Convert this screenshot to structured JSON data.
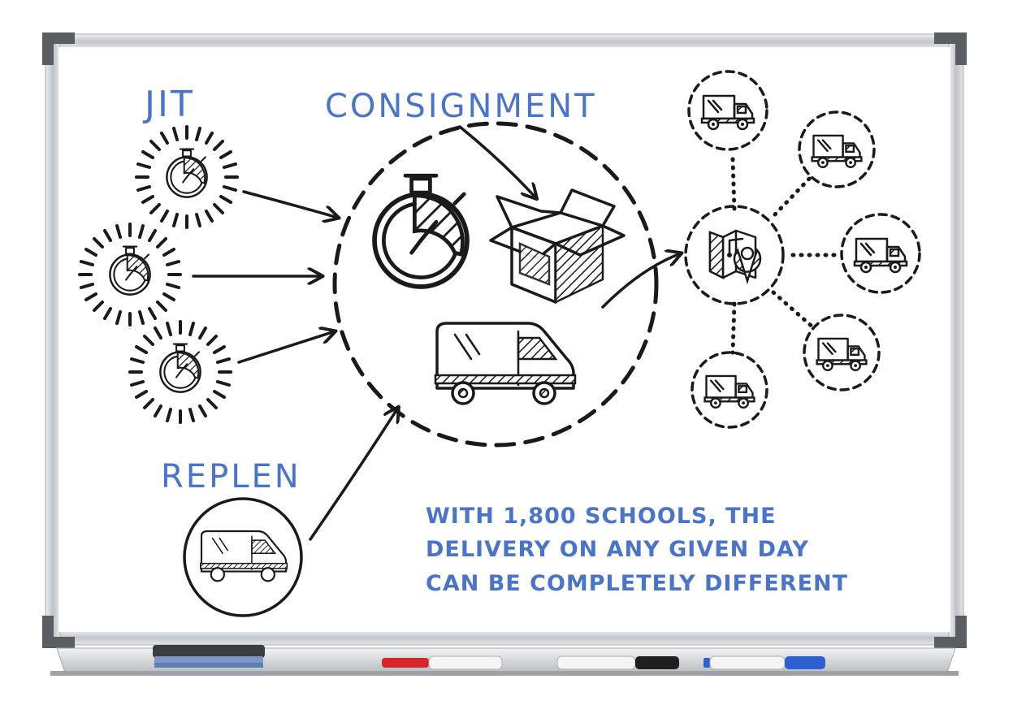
{
  "labels": {
    "jit": "JIT",
    "consignment": "CONSIGNMENT",
    "replen": "REPLEN"
  },
  "note": {
    "line1": "WITH 1,800 SCHOOLS, THE",
    "line2": "DELIVERY ON ANY GIVEN DAY",
    "line3": "CAN BE COMPLETELY DIFFERENT"
  },
  "colors": {
    "marker_blue": "#4a74c9",
    "ink": "#1a1a1a",
    "frame": "#c9ccd0",
    "marker_red": "#d6262b",
    "marker_black": "#1f1f1f",
    "marker_blue_cap": "#2d5fd1"
  },
  "icons": {
    "stopwatch": "stopwatch-icon",
    "box": "open-box-icon",
    "van": "delivery-van-icon",
    "truck": "truck-icon",
    "map_pin": "map-pin-icon",
    "eraser": "eraser-icon",
    "marker": "marker-icon"
  }
}
